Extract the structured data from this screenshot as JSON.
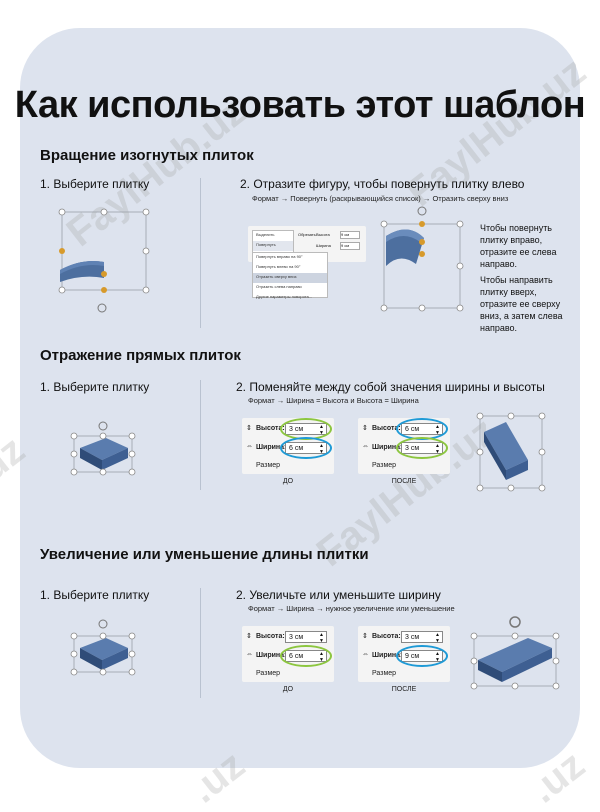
{
  "title": "Как использовать этот шаблон",
  "watermark": "FaylHub.uz",
  "watermark_short": ".uz",
  "sections": [
    {
      "heading": "Вращение изогнутых плиток",
      "step1": "1. Выберите плитку",
      "step2": "2. Отразите фигуру, чтобы повернуть плитку влево",
      "path": "Формат → Повернуть (раскрывающийся список) → Отразить сверху вниз",
      "side_note_1": "Чтобы повернуть плитку вправо, отразите ее слева направо.",
      "side_note_2": "Чтобы направить плитку вверх, отразите ее сверху вниз, а затем слева направо.",
      "menu": {
        "select_label": "Выделить",
        "rotate_label": "Повернуть",
        "width_label": "Ширина",
        "height_label": "Высота",
        "height_value": "9 см",
        "width_value": "9 см",
        "crop_label": "Обрезать",
        "items": [
          "Повернуть вправо на 90°",
          "Повернуть влево на 90°",
          "Отразить сверху вниз",
          "Отразить слева направо",
          "Другие параметры поворота..."
        ]
      }
    },
    {
      "heading": "Отражение прямых плиток",
      "step1": "1. Выберите плитку",
      "step2": "2. Поменяйте между собой значения ширины и высоты",
      "path": "Формат → Ширина = Высота и Высота = Ширина",
      "before": {
        "height_label": "Высота:",
        "height_value": "3 см",
        "width_label": "Ширина:",
        "width_value": "6 см",
        "size_label": "Размер",
        "caption": "ДО"
      },
      "after": {
        "height_label": "Высота:",
        "height_value": "6 см",
        "width_label": "Ширина:",
        "width_value": "3 см",
        "size_label": "Размер",
        "caption": "ПОСЛЕ"
      }
    },
    {
      "heading": "Увеличение или уменьшение длины плитки",
      "step1": "1. Выберите плитку",
      "step2": "2. Увеличьте или уменьшите ширину",
      "path": "Формат → Ширина → нужное увеличение или уменьшение",
      "before": {
        "height_label": "Высота:",
        "height_value": "3 см",
        "width_label": "Ширина:",
        "width_value": "6 см",
        "size_label": "Размер",
        "caption": "ДО"
      },
      "after": {
        "height_label": "Высота:",
        "height_value": "3 см",
        "width_label": "Ширина:",
        "width_value": "9 см",
        "size_label": "Размер",
        "caption": "ПОСЛЕ"
      }
    }
  ],
  "colors": {
    "card_bg": "#dde3ee",
    "tile": "#3f5f8f",
    "handle_orange": "#d79a2b",
    "ring_green": "#8cc63f",
    "ring_blue": "#1e9ad6"
  }
}
